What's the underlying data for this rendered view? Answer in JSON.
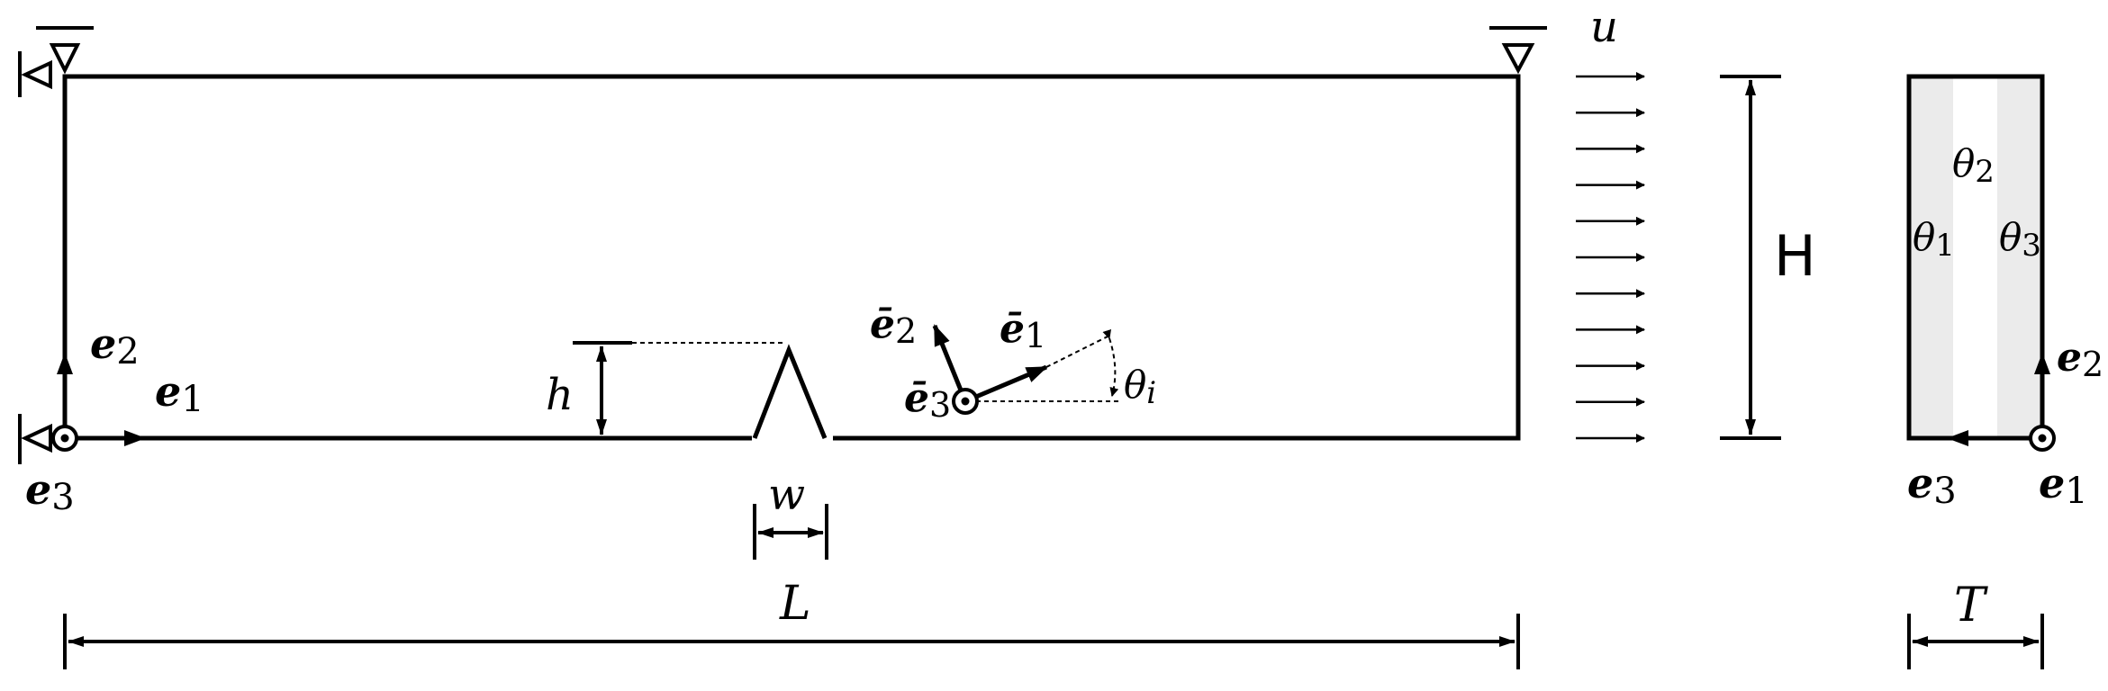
{
  "labels": {
    "e1": "e",
    "e1_sub": "1",
    "e2": "e",
    "e2_sub": "2",
    "e3": "e",
    "e3_sub": "3",
    "h": "h",
    "w": "w",
    "L": "L",
    "u": "u",
    "H": "H",
    "T": "T",
    "ebar1": "ē",
    "ebar1_sub": "1",
    "ebar2": "ē",
    "ebar2_sub": "2",
    "ebar3": "ē",
    "ebar3_sub": "3",
    "theta_i": "θ",
    "theta_i_sub": "i",
    "theta1": "θ",
    "theta1_sub": "1",
    "theta2": "θ",
    "theta2_sub": "2",
    "theta3": "θ",
    "theta3_sub": "3",
    "section_e1": "e",
    "section_e1_sub": "1",
    "section_e2": "e",
    "section_e2_sub": "2",
    "section_e3": "e",
    "section_e3_sub": "3"
  },
  "colors": {
    "stroke": "#000000",
    "ply_shade": "#ebebeb",
    "background": "#ffffff"
  },
  "load_arrows": 11
}
